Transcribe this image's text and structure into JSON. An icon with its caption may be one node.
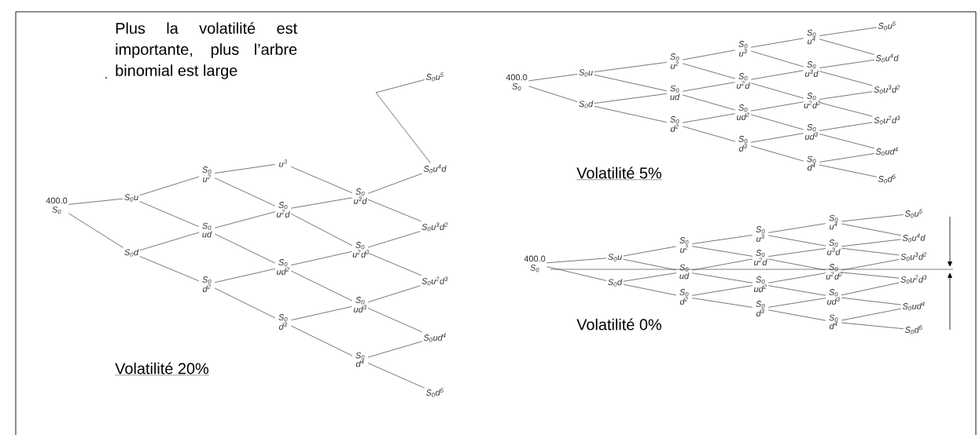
{
  "diagram": {
    "nodes": [
      {
        "text": [
          "400.0",
          "S$_{0}$"
        ]
      },
      {
        "text": [
          "S$_{0}$u"
        ]
      },
      {
        "text": [
          "S$_{0}$d"
        ]
      },
      {
        "text": [
          "S$_{0}$ u$^{2}$"
        ]
      },
      {
        "text": [
          "S$_{0}$ ud"
        ]
      },
      {
        "text": [
          "S$_{0}$ d$^{2}$"
        ]
      },
      {
        "text": [
          "u$^{3}$"
        ]
      },
      {
        "text": [
          "S$_{0}$ u$^{2}$d"
        ]
      },
      {
        "text": [
          "S$_{0}$ ud$^{2}$"
        ]
      },
      {
        "text": [
          "S$_{0}$ d$^{3}$"
        ]
      },
      {
        "text": [
          "S$_{0}$ u$^{3}$d"
        ]
      },
      {
        "text": [
          "S$_{0}$ u$^{2}$d$^{2}$"
        ]
      },
      {
        "text": [
          "S$_{0}$ ud$^{3}$"
        ]
      },
      {
        "text": [
          "S$_{0}$ d$^{4}$"
        ]
      },
      {
        "text": [
          "S$_{0}$u$^{5}$"
        ]
      },
      {
        "text": [
          "S$_{0}$u$^{4}$d"
        ]
      },
      {
        "text": [
          "S$_{0}$u$^{3}$d$^{2}$"
        ]
      },
      {
        "text": [
          "S$_{0}$u$^{2}$d$^{3}$"
        ]
      },
      {
        "text": [
          "S$_{0}$ud$^{4}$"
        ]
      },
      {
        "text": [
          "S$_{0}$d$^{5}$"
        ]
      },
      {
        "text": [
          "400.0",
          "S$_{0}$"
        ]
      },
      {
        "text": [
          "S$_{0}$u"
        ]
      },
      {
        "text": [
          "S$_{0}$d"
        ]
      },
      {
        "text": [
          "S$_{0}$ u$^{2}$"
        ]
      },
      {
        "text": [
          "S$_{0}$ ud"
        ]
      },
      {
        "text": [
          "S$_{0}$ d$^{2}$"
        ]
      },
      {
        "text": [
          "S$_{0}$ u$^{3}$"
        ]
      },
      {
        "text": [
          "S$_{0}$ u$^{2}$d"
        ]
      },
      {
        "text": [
          "S$_{0}$ ud$^{2}$"
        ]
      },
      {
        "text": [
          "S$_{0}$ d$^{3}$"
        ]
      },
      {
        "text": [
          "S$_{0}$ u$^{4}$"
        ]
      },
      {
        "text": [
          "S$_{0}$ u$^{3}$d"
        ]
      },
      {
        "text": [
          "S$_{0}$ u$^{2}$d$^{2}$"
        ]
      },
      {
        "text": [
          "S$_{0}$ ud$^{3}$"
        ]
      },
      {
        "text": [
          "S$_{0}$ d$^{4}$"
        ]
      },
      {
        "text": [
          "S$_{0}$u$^{5}$"
        ]
      },
      {
        "text": [
          "S$_{0}$u$^{4}$d"
        ]
      },
      {
        "text": [
          "S$_{0}$u$^{3}$d$^{2}$"
        ]
      },
      {
        "text": [
          "S$_{0}$u$^{2}$d$^{3}$"
        ]
      },
      {
        "text": [
          "S$_{0}$ud$^{4}$"
        ]
      },
      {
        "text": [
          "S$_{0}$d$^{5}$"
        ]
      },
      {
        "text": [
          "400.0",
          "S$_{0}$"
        ]
      },
      {
        "text": [
          "S$_{0}$u"
        ]
      },
      {
        "text": [
          "S$_{0}$d"
        ]
      },
      {
        "text": [
          "S$_{0}$ u$^{2}$"
        ]
      },
      {
        "text": [
          "S$_{0}$ ud"
        ]
      },
      {
        "text": [
          "S$_{0}$ d$^{2}$"
        ]
      },
      {
        "text": [
          "S$_{0}$ u$^{3}$"
        ]
      },
      {
        "text": [
          "S$_{0}$ u$^{2}$d"
        ]
      },
      {
        "text": [
          "S$_{0}$ ud$^{2}$"
        ]
      },
      {
        "text": [
          "S$_{0}$ d$^{3}$"
        ]
      },
      {
        "text": [
          "S$_{0}$ u$^{4}$"
        ]
      },
      {
        "text": [
          "S$_{0}$ u$^{3}$d"
        ]
      },
      {
        "text": [
          "S$_{0}$ u$^{2}$d$^{2}$"
        ]
      },
      {
        "text": [
          "S$_{0}$ ud$^{3}$"
        ]
      },
      {
        "text": [
          "S$_{0}$ d$^{4}$"
        ]
      },
      {
        "text": [
          "S$_{0}$u$^{5}$"
        ]
      },
      {
        "text": [
          "S$_{0}$u$^{4}$d"
        ]
      },
      {
        "text": [
          "S$_{0}$u$^{3}$d$^{2}$"
        ]
      },
      {
        "text": [
          "S$_{0}$u$^{2}$d$^{3}$"
        ]
      },
      {
        "text": [
          "S$_{0}$ud$^{4}$"
        ]
      },
      {
        "text": [
          "S$_{0}$d$^{5}$"
        ]
      }
    ],
    "edges": [
      {
        "from": 0,
        "to": 1,
        "arrow": "none"
      },
      {
        "from": 0,
        "to": 2,
        "arrow": "none"
      },
      {
        "from": 1,
        "to": 3,
        "arrow": "none"
      },
      {
        "from": 1,
        "to": 4,
        "arrow": "none"
      },
      {
        "from": 2,
        "to": 4,
        "arrow": "none"
      },
      {
        "from": 2,
        "to": 5,
        "arrow": "none"
      },
      {
        "from": 3,
        "to": 6,
        "arrow": "none"
      },
      {
        "from": 3,
        "to": 7,
        "arrow": "none"
      },
      {
        "from": 4,
        "to": 7,
        "arrow": "none"
      },
      {
        "from": 4,
        "to": 8,
        "arrow": "none"
      },
      {
        "from": 5,
        "to": 8,
        "arrow": "none"
      },
      {
        "from": 5,
        "to": 9,
        "arrow": "none"
      },
      {
        "from": 6,
        "to": 10,
        "arrow": "none"
      },
      {
        "from": 7,
        "to": 10,
        "arrow": "none"
      },
      {
        "from": 7,
        "to": 11,
        "arrow": "none"
      },
      {
        "from": 8,
        "to": 11,
        "arrow": "none"
      },
      {
        "from": 8,
        "to": 12,
        "arrow": "none"
      },
      {
        "from": 9,
        "to": 12,
        "arrow": "none"
      },
      {
        "from": 9,
        "to": 13,
        "arrow": "none"
      },
      {
        "from": 10,
        "to": 15,
        "arrow": "none"
      },
      {
        "from": 10,
        "to": 16,
        "arrow": "none"
      },
      {
        "from": 11,
        "to": 16,
        "arrow": "none"
      },
      {
        "from": 11,
        "to": 17,
        "arrow": "none"
      },
      {
        "from": 12,
        "to": 17,
        "arrow": "none"
      },
      {
        "from": 12,
        "to": 18,
        "arrow": "none"
      },
      {
        "from": 13,
        "to": 18,
        "arrow": "none"
      },
      {
        "from": 13,
        "to": 19,
        "arrow": "none"
      },
      {
        "from": null,
        "to": 14,
        "arrow": "none"
      },
      {
        "from": null,
        "to": 15,
        "arrow": "none"
      },
      {
        "from": 20,
        "to": 21,
        "arrow": "none"
      },
      {
        "from": 20,
        "to": 22,
        "arrow": "none"
      },
      {
        "from": 21,
        "to": 23,
        "arrow": "none"
      },
      {
        "from": 21,
        "to": 24,
        "arrow": "none"
      },
      {
        "from": 22,
        "to": 24,
        "arrow": "none"
      },
      {
        "from": 22,
        "to": 25,
        "arrow": "none"
      },
      {
        "from": 23,
        "to": 26,
        "arrow": "none"
      },
      {
        "from": 23,
        "to": 27,
        "arrow": "none"
      },
      {
        "from": 24,
        "to": 27,
        "arrow": "none"
      },
      {
        "from": 24,
        "to": 28,
        "arrow": "none"
      },
      {
        "from": 25,
        "to": 28,
        "arrow": "none"
      },
      {
        "from": 25,
        "to": 29,
        "arrow": "none"
      },
      {
        "from": 26,
        "to": 30,
        "arrow": "none"
      },
      {
        "from": 26,
        "to": 31,
        "arrow": "none"
      },
      {
        "from": 27,
        "to": 31,
        "arrow": "none"
      },
      {
        "from": 27,
        "to": 32,
        "arrow": "none"
      },
      {
        "from": 28,
        "to": 32,
        "arrow": "none"
      },
      {
        "from": 28,
        "to": 33,
        "arrow": "none"
      },
      {
        "from": 29,
        "to": 33,
        "arrow": "none"
      },
      {
        "from": 29,
        "to": 34,
        "arrow": "none"
      },
      {
        "from": 30,
        "to": 35,
        "arrow": "none"
      },
      {
        "from": 30,
        "to": 36,
        "arrow": "none"
      },
      {
        "from": 31,
        "to": 36,
        "arrow": "none"
      },
      {
        "from": 31,
        "to": 37,
        "arrow": "none"
      },
      {
        "from": 32,
        "to": 37,
        "arrow": "none"
      },
      {
        "from": 32,
        "to": 38,
        "arrow": "none"
      },
      {
        "from": 33,
        "to": 38,
        "arrow": "none"
      },
      {
        "from": 33,
        "to": 39,
        "arrow": "none"
      },
      {
        "from": 34,
        "to": 39,
        "arrow": "none"
      },
      {
        "from": 34,
        "to": 40,
        "arrow": "none"
      },
      {
        "from": 41,
        "to": 42,
        "arrow": "none"
      },
      {
        "from": 41,
        "to": 43,
        "arrow": "none"
      },
      {
        "from": 42,
        "to": 44,
        "arrow": "none"
      },
      {
        "from": 42,
        "to": 45,
        "arrow": "none"
      },
      {
        "from": 43,
        "to": 45,
        "arrow": "none"
      },
      {
        "from": 43,
        "to": 46,
        "arrow": "none"
      },
      {
        "from": 44,
        "to": 47,
        "arrow": "none"
      },
      {
        "from": 44,
        "to": 48,
        "arrow": "none"
      },
      {
        "from": 45,
        "to": 48,
        "arrow": "none"
      },
      {
        "from": 45,
        "to": 49,
        "arrow": "none"
      },
      {
        "from": 46,
        "to": 49,
        "arrow": "none"
      },
      {
        "from": 46,
        "to": 50,
        "arrow": "none"
      },
      {
        "from": 47,
        "to": 51,
        "arrow": "none"
      },
      {
        "from": 47,
        "to": 52,
        "arrow": "none"
      },
      {
        "from": 48,
        "to": 52,
        "arrow": "none"
      },
      {
        "from": 48,
        "to": 53,
        "arrow": "none"
      },
      {
        "from": 49,
        "to": 53,
        "arrow": "none"
      },
      {
        "from": 49,
        "to": 54,
        "arrow": "none"
      },
      {
        "from": 50,
        "to": 54,
        "arrow": "none"
      },
      {
        "from": 50,
        "to": 55,
        "arrow": "none"
      },
      {
        "from": 51,
        "to": 56,
        "arrow": "none"
      },
      {
        "from": 51,
        "to": 57,
        "arrow": "none"
      },
      {
        "from": 52,
        "to": 57,
        "arrow": "none"
      },
      {
        "from": 52,
        "to": 58,
        "arrow": "none"
      },
      {
        "from": 53,
        "to": 58,
        "arrow": "none"
      },
      {
        "from": 53,
        "to": 59,
        "arrow": "none"
      },
      {
        "from": 54,
        "to": 59,
        "arrow": "none"
      },
      {
        "from": 54,
        "to": 60,
        "arrow": "none"
      },
      {
        "from": 55,
        "to": 60,
        "arrow": "none"
      },
      {
        "from": 55,
        "to": 61,
        "arrow": "none"
      }
    ],
    "labels": [
      "Plus la volatilité est importante, plus l’arbre binomial est large",
      "Volatilité 20%",
      "Volatilité 5%",
      "Volatilité 0%"
    ]
  }
}
